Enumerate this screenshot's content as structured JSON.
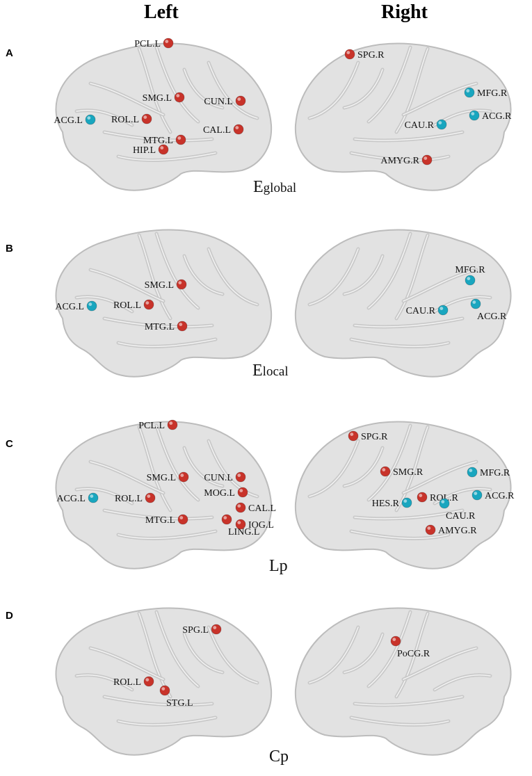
{
  "headers": {
    "left": "Left",
    "right": "Right"
  },
  "colors": {
    "red_node": "#c8332a",
    "cyan_node": "#19a6bf",
    "brain_fill": "#e2e2e2",
    "brain_stroke": "#bcbcbc"
  },
  "panels": [
    {
      "letter": "A",
      "metric": {
        "main": "E",
        "sub": "global"
      },
      "left_nodes": [
        {
          "label": "PCL.L",
          "color": "red"
        },
        {
          "label": "SMG.L",
          "color": "red"
        },
        {
          "label": "CUN.L",
          "color": "red"
        },
        {
          "label": "ACG.L",
          "color": "cyan"
        },
        {
          "label": "ROL.L",
          "color": "red"
        },
        {
          "label": "CAL.L",
          "color": "red"
        },
        {
          "label": "MTG.L",
          "color": "red"
        },
        {
          "label": "HIP.L",
          "color": "red"
        }
      ],
      "right_nodes": [
        {
          "label": "SPG.R",
          "color": "red"
        },
        {
          "label": "MFG.R",
          "color": "cyan"
        },
        {
          "label": "CAU.R",
          "color": "cyan"
        },
        {
          "label": "ACG.R",
          "color": "cyan"
        },
        {
          "label": "AMYG.R",
          "color": "red"
        }
      ]
    },
    {
      "letter": "B",
      "metric": {
        "main": "E",
        "sub": "local"
      },
      "left_nodes": [
        {
          "label": "SMG.L",
          "color": "red"
        },
        {
          "label": "ACG.L",
          "color": "cyan"
        },
        {
          "label": "ROL.L",
          "color": "red"
        },
        {
          "label": "MTG.L",
          "color": "red"
        }
      ],
      "right_nodes": [
        {
          "label": "MFG.R",
          "color": "cyan"
        },
        {
          "label": "CAU.R",
          "color": "cyan"
        },
        {
          "label": "ACG.R",
          "color": "cyan"
        }
      ]
    },
    {
      "letter": "C",
      "metric": {
        "main": "Lp",
        "sub": ""
      },
      "left_nodes": [
        {
          "label": "PCL.L",
          "color": "red"
        },
        {
          "label": "SMG.L",
          "color": "red"
        },
        {
          "label": "CUN.L",
          "color": "red"
        },
        {
          "label": "MOG.L",
          "color": "red"
        },
        {
          "label": "ACG.L",
          "color": "cyan"
        },
        {
          "label": "ROL.L",
          "color": "red"
        },
        {
          "label": "CAL.L",
          "color": "red"
        },
        {
          "label": "MTG.L",
          "color": "red"
        },
        {
          "label": "LING.L",
          "color": "red"
        },
        {
          "label": "IOG.L",
          "color": "red"
        }
      ],
      "right_nodes": [
        {
          "label": "SPG.R",
          "color": "red"
        },
        {
          "label": "SMG.R",
          "color": "red"
        },
        {
          "label": "MFG.R",
          "color": "cyan"
        },
        {
          "label": "ROL.R",
          "color": "red"
        },
        {
          "label": "HES.R",
          "color": "cyan"
        },
        {
          "label": "ACG.R",
          "color": "cyan"
        },
        {
          "label": "CAU.R",
          "color": "cyan"
        },
        {
          "label": "AMYG.R",
          "color": "red"
        }
      ]
    },
    {
      "letter": "D",
      "metric": {
        "main": "Cp",
        "sub": ""
      },
      "left_nodes": [
        {
          "label": "SPG.L",
          "color": "red"
        },
        {
          "label": "ROL.L",
          "color": "red"
        },
        {
          "label": "STG.L",
          "color": "red"
        }
      ],
      "right_nodes": [
        {
          "label": "PoCG.R",
          "color": "red"
        }
      ]
    }
  ]
}
